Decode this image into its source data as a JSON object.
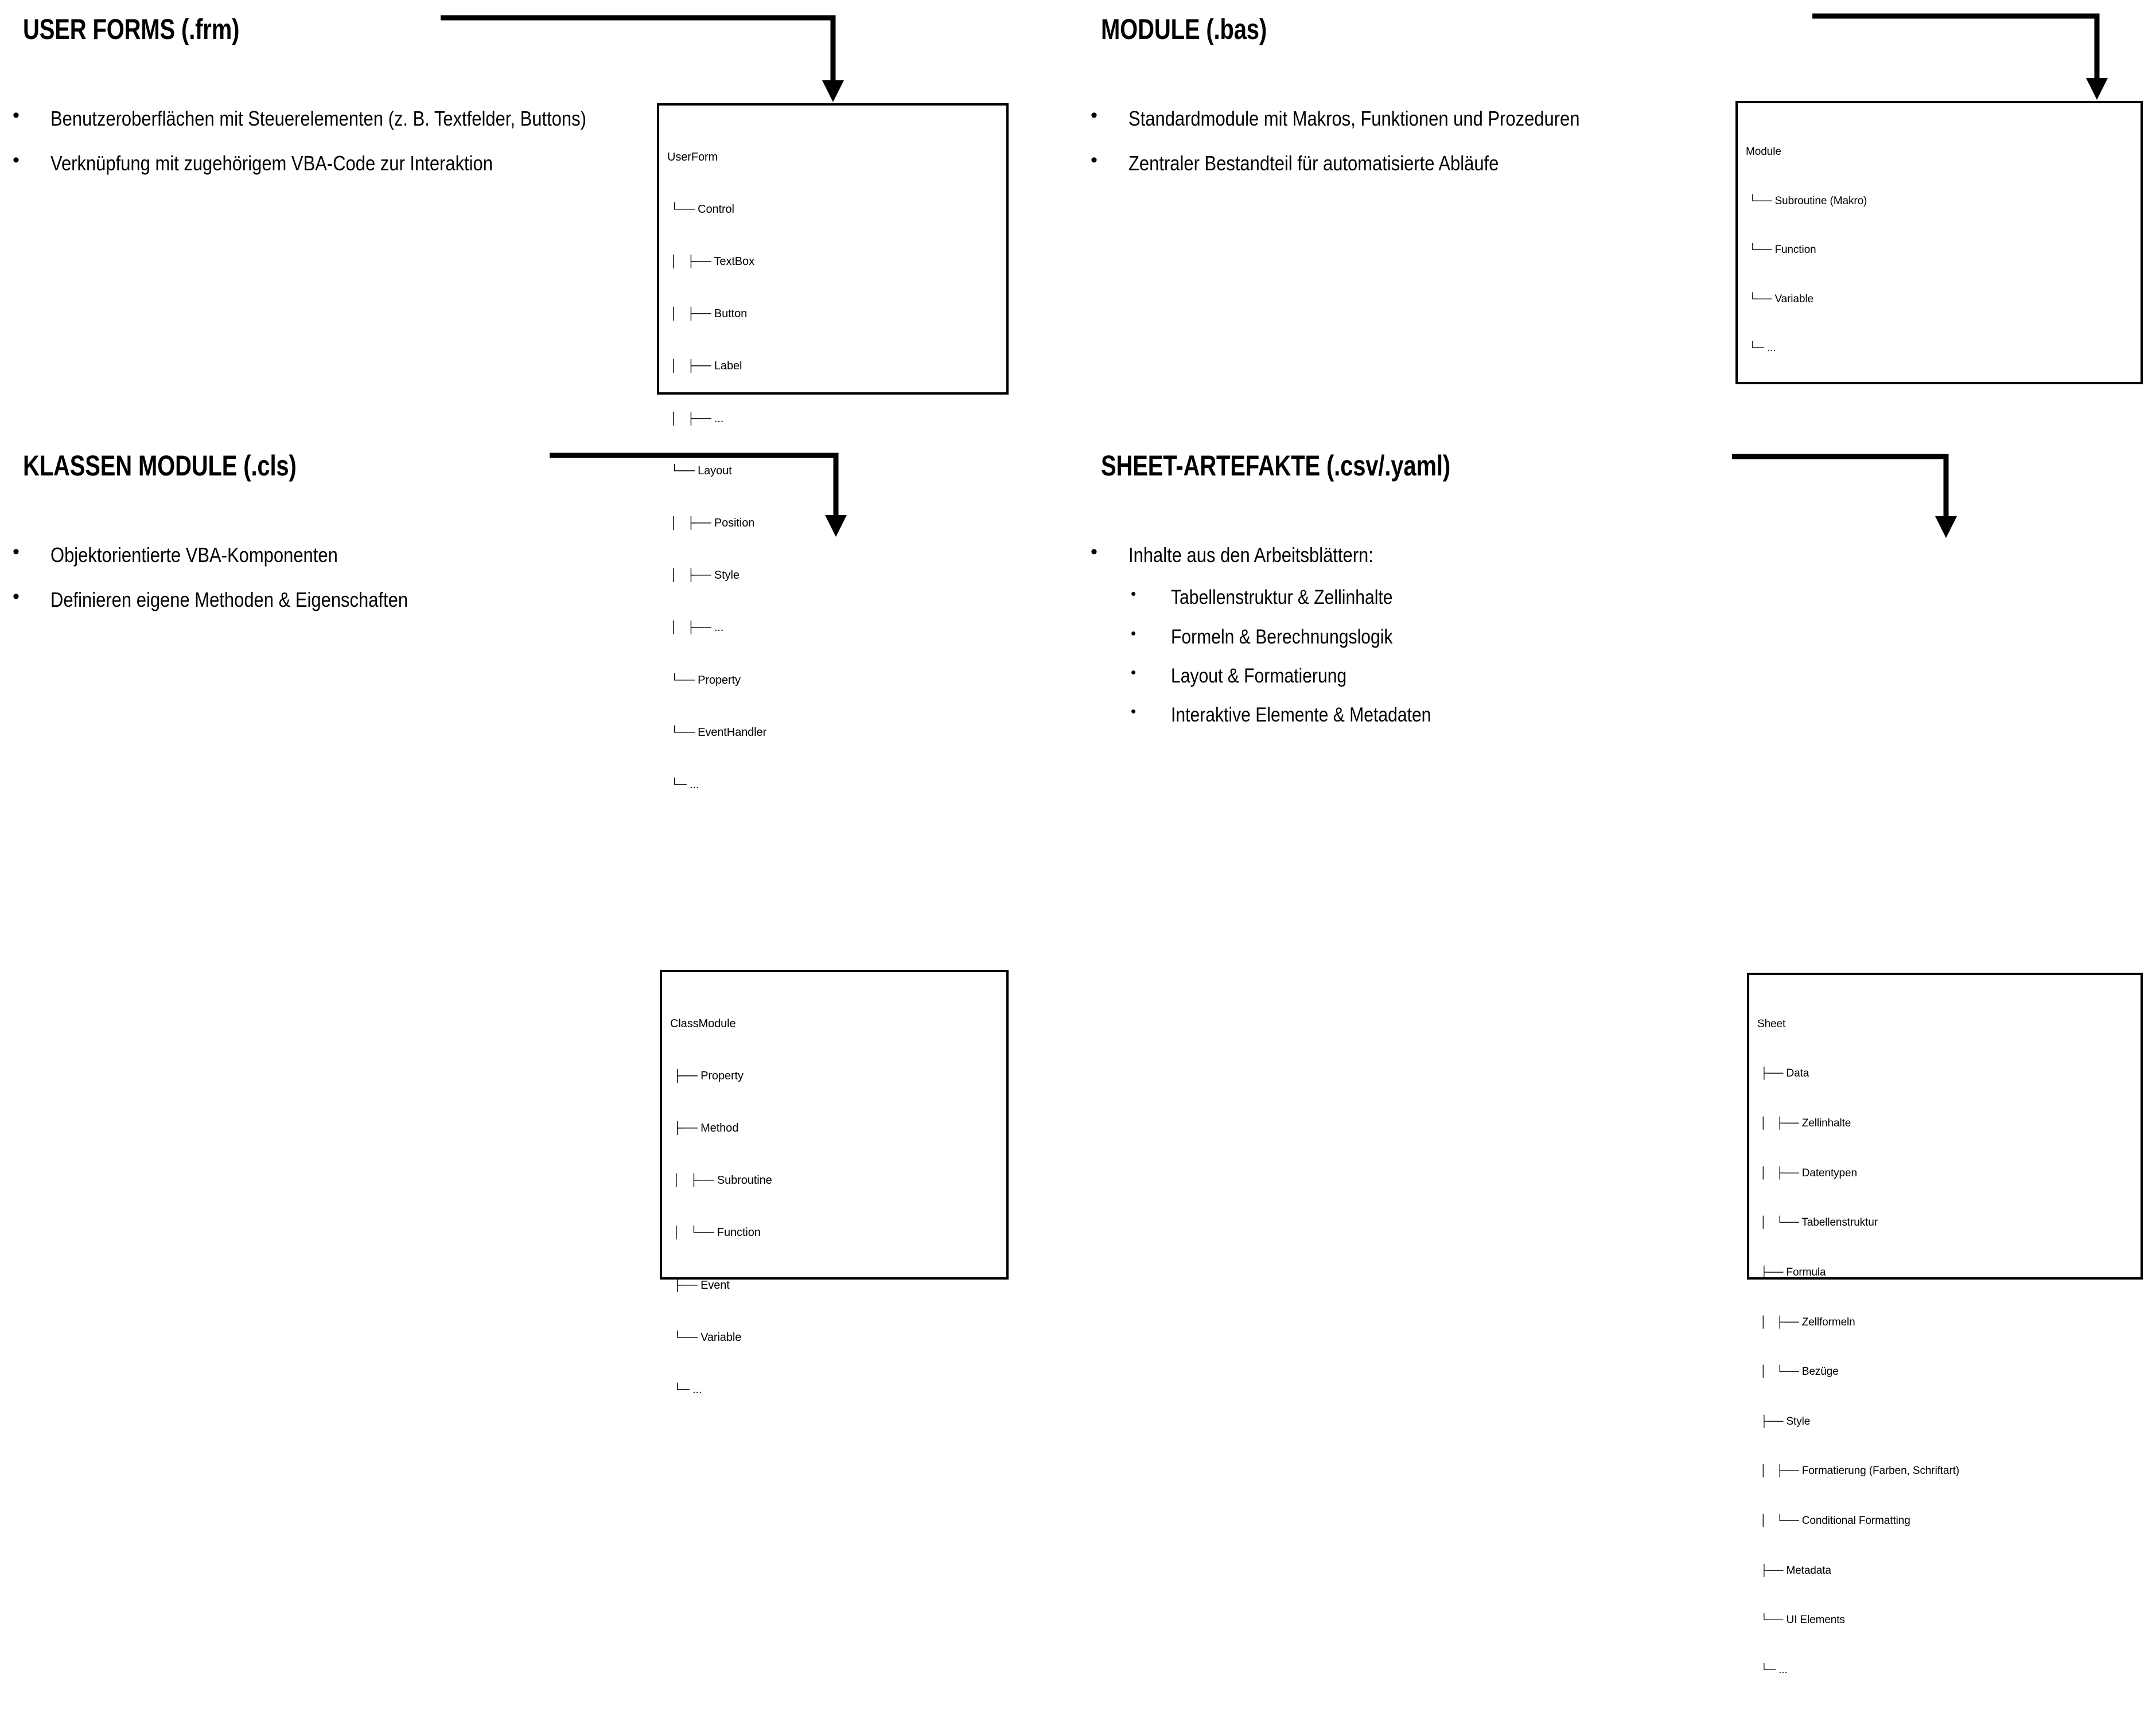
{
  "slide": {
    "background": "#ffffff",
    "ink": "#000000"
  },
  "quadrants": [
    {
      "id": "user-forms",
      "heading": "USER FORMS (.frm)",
      "bullets": [
        {
          "text": "Benutzeroberflächen mit Steuerelementen (z. B. Textfelder, Buttons)"
        },
        {
          "text": "Verknüpfung mit zugehörigem VBA-Code zur Interaktion"
        }
      ],
      "tree": {
        "root": "UserForm",
        "lines": [
          "UserForm",
          " └── Control",
          " │   ├── TextBox",
          " │   ├── Button",
          " │   ├── Label",
          " │   ├── ...",
          " └── Layout",
          " │   ├── Position",
          " │   ├── Style",
          " │   ├── ...",
          " └── Property",
          " └── EventHandler",
          " └─ ..."
        ]
      }
    },
    {
      "id": "module",
      "heading": "MODULE (.bas)",
      "bullets": [
        {
          "text": "Standardmodule mit Makros, Funktionen und Prozeduren"
        },
        {
          "text": "Zentraler Bestandteil für automatisierte Abläufe"
        }
      ],
      "tree": {
        "root": "Module",
        "lines": [
          "Module",
          " └── Subroutine (Makro)",
          " └── Function",
          " └── Variable",
          " └─ ..."
        ]
      }
    },
    {
      "id": "klassen-module",
      "heading": "KLASSEN MODULE (.cls)",
      "bullets": [
        {
          "text": "Objektorientierte VBA-Komponenten"
        },
        {
          "text": "Definieren eigene Methoden & Eigenschaften"
        }
      ],
      "tree": {
        "root": "ClassModule",
        "lines": [
          "ClassModule",
          " ├── Property",
          " ├── Method",
          " │   ├── Subroutine",
          " │   └── Function",
          " ├── Event",
          " └── Variable",
          " └─ ..."
        ]
      }
    },
    {
      "id": "sheet-artefakte",
      "heading": "SHEET-ARTEFAKTE (.csv/.yaml)",
      "bullets": [
        {
          "text": "Inhalte aus den Arbeitsblättern:",
          "sub": [
            "Tabellenstruktur & Zellinhalte",
            "Formeln & Berechnungslogik",
            "Layout & Formatierung",
            "Interaktive Elemente & Metadaten"
          ]
        }
      ],
      "tree": {
        "root": "Sheet",
        "lines": [
          "Sheet",
          " ├── Data",
          " │   ├── Zellinhalte",
          " │   ├── Datentypen",
          " │   └── Tabellenstruktur",
          " ├── Formula",
          " │   ├── Zellformeln",
          " │   └── Bezüge",
          " ├── Style",
          " │   ├── Formatierung (Farben, Schriftart)",
          " │   └── Conditional Formatting",
          " ├── Metadata",
          " └── UI Elements",
          " └─ ..."
        ]
      }
    }
  ],
  "symbols": {
    "bullet_dot": "•",
    "sub_bullet_dot": "•"
  }
}
